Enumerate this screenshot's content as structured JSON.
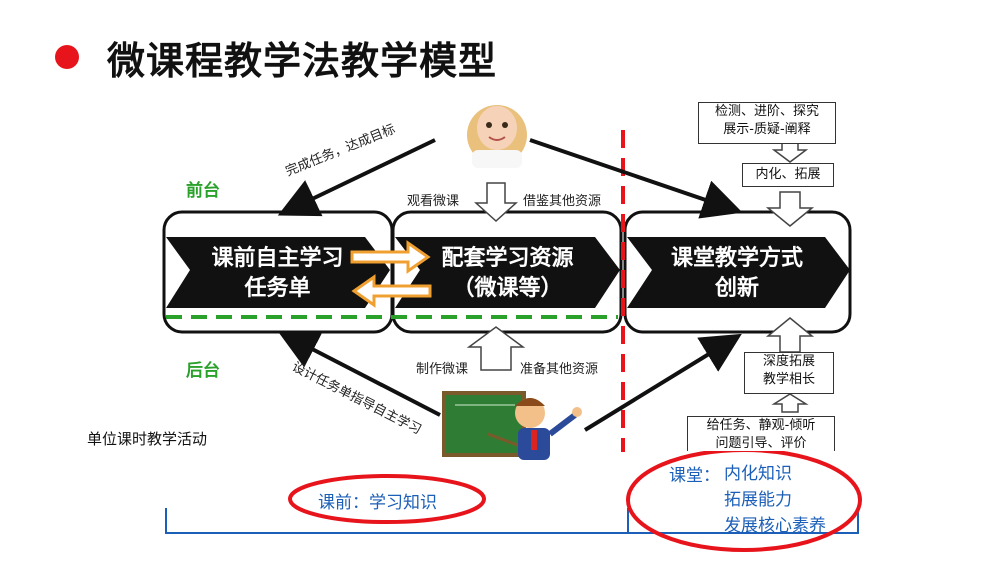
{
  "title": "微课程教学法教学模型",
  "labels": {
    "front_stage": "前台",
    "back_stage": "后台",
    "complete_task": "完成任务，达成目标",
    "watch_micro": "观看微课",
    "borrow_resources": "借鉴其他资源",
    "make_micro": "制作微课",
    "prepare_resources": "准备其他资源",
    "design_task": "设计任务单指导自主学习",
    "unit_activity": "单位课时教学活动"
  },
  "stages": {
    "preclass": [
      "课前自主学习",
      "任务单"
    ],
    "resources": [
      "配套学习资源",
      "（微课等）"
    ],
    "classroom": [
      "课堂教学方式",
      "创新"
    ]
  },
  "right_boxes": {
    "top_line1": "检测、进阶、探究",
    "top_line2": "展示-质疑-阐释",
    "internalize": "内化、拓展",
    "deepen_line1": "深度拓展",
    "deepen_line2": "教学相长",
    "bottom_line1": "给任务、静观-倾听",
    "bottom_line2": "问题引导、评价"
  },
  "bottom": {
    "preclass_label": "课前：学习知识",
    "classroom_prefix": "课堂：",
    "classroom_items": [
      "内化知识",
      "拓展能力",
      "发展核心素养"
    ]
  },
  "colors": {
    "bullet": "#e8141b",
    "dashed_red": "#e8141b",
    "dashed_green": "#2aa12a",
    "ellipse": "#e8141b",
    "orange": "#f0a030",
    "blue_text": "#1c5fb8"
  }
}
